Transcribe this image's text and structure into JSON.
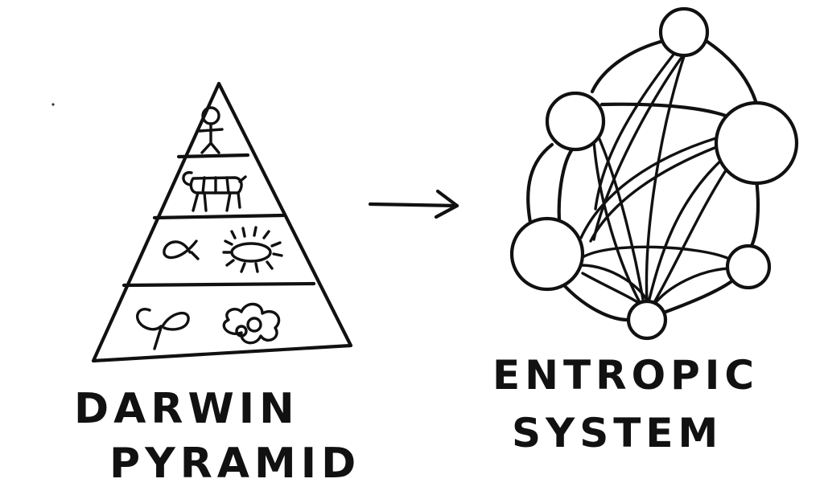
{
  "left": {
    "label_line1": "DARWIN",
    "label_line2": "PYRAMID",
    "tier_icons": [
      "stick-figure-icon",
      "cow-icon",
      "fish-icon",
      "bug-icon",
      "sprout-icon",
      "flower-icon"
    ]
  },
  "right": {
    "label_line1": "ENTROPIC",
    "label_line2": "SYSTEM",
    "node_count": 6
  },
  "colors": {
    "ink": "#111111",
    "paper": "#ffffff"
  },
  "connector_icon": "right-arrow-icon"
}
